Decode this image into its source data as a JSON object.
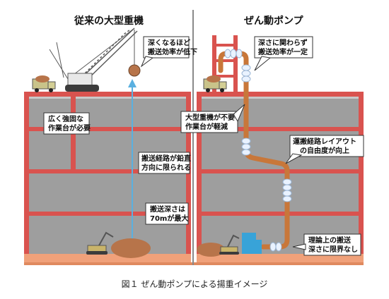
{
  "titles": {
    "left": "従来の大型重機",
    "right": "ぜん動ポンプ"
  },
  "left_callouts": [
    {
      "lines": [
        "深くなるほど",
        "搬送効率が低下"
      ]
    },
    {
      "lines": [
        "広く強固な",
        "作業台が必要"
      ]
    },
    {
      "lines": [
        "搬送経路が鉛直",
        "方向に限られる"
      ]
    },
    {
      "lines": [
        "搬送深さは",
        "70mが最大"
      ]
    }
  ],
  "right_callouts": [
    {
      "lines": [
        "深さに関わらず",
        "搬送効率が一定"
      ]
    },
    {
      "lines": [
        "大型重機が不要",
        "作業台が軽減"
      ]
    },
    {
      "lines": [
        "運搬経路レイアウト",
        "の自由度が向上"
      ]
    },
    {
      "lines": [
        "理論上の搬送",
        "深さに限界なし"
      ]
    }
  ],
  "caption": "図１ ぜん動ポンプによる揚重イメージ",
  "colors": {
    "wall": "#9e9e9e",
    "wall_top": "#d9d9d9",
    "frame": "#d9534f",
    "ground": "#f0a17a",
    "pipe": "#c8773a",
    "pump_ring": "#e9f2ff",
    "lift_line": "#5ab0e0",
    "soil": "#b7744a",
    "tank": "#38a3d8"
  }
}
